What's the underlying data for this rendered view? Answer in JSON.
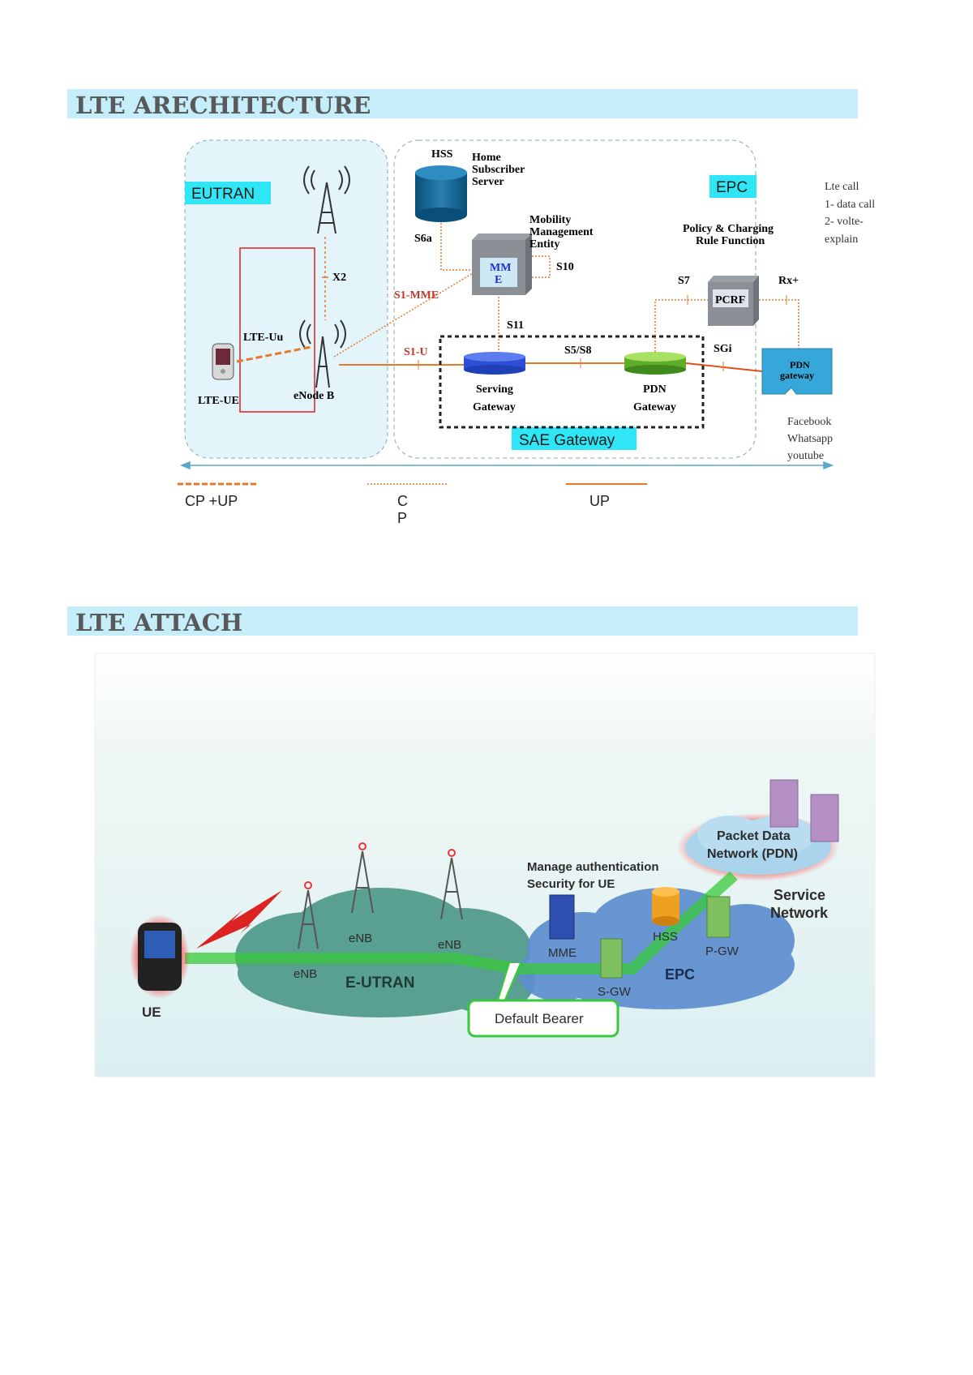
{
  "sections": {
    "architecture_title": "LTE ARECHITECTURE",
    "attach_title": "LTE ATTACH"
  },
  "architecture": {
    "eutran_label": "EUTRAN",
    "epc_label": "EPC",
    "sae_label": "SAE Gateway",
    "hss": "HSS",
    "hss_desc": [
      "Home",
      "Subscriber",
      "Server"
    ],
    "mme_desc": [
      "Mobility",
      "Management",
      "Entity"
    ],
    "mme_box": [
      "MM",
      "E"
    ],
    "pcrf_desc": [
      "Policy & Charging",
      "Rule Function"
    ],
    "pcrf_box": "PCRF",
    "interfaces": {
      "s6a": "S6a",
      "s10": "S10",
      "x2": "X2",
      "s1mme": "S1-MME",
      "s11": "S11",
      "s7": "S7",
      "rx": "Rx+",
      "lteuu": "LTE-Uu",
      "s1u": "S1-U",
      "s5s8": "S5/S8",
      "sgi": "SGi"
    },
    "serving_gw": [
      "Serving",
      "Gateway"
    ],
    "pdn_gw": [
      "PDN",
      "Gateway"
    ],
    "pdn_gateway_box": [
      "PDN",
      "gateway"
    ],
    "lte_ue": "LTE-UE",
    "enodeb": "eNode B",
    "notes": [
      "Lte call",
      "1- data call",
      "2- volte-",
      "explain"
    ],
    "apps": [
      "Facebook",
      "Whatsapp",
      "youtube"
    ],
    "legend": {
      "cp_up": "CP +UP",
      "cp": [
        "C",
        "P"
      ],
      "up": "UP"
    },
    "colors": {
      "cyan": "#2ee6f5",
      "orange": "#e8782a",
      "panel": "#e3f4fb"
    }
  },
  "attach": {
    "ue": "UE",
    "enb": [
      "eNB",
      "eNB",
      "eNB"
    ],
    "eutran": "E-UTRAN",
    "mme": "MME",
    "sgw": "S-GW",
    "hss": "HSS",
    "pgw": "P-GW",
    "epc": "EPC",
    "manage": [
      "Manage authentication",
      "Security for UE"
    ],
    "pdn": [
      "Packet Data",
      "Network (PDN)"
    ],
    "service": [
      "Service",
      "Network"
    ],
    "default_bearer": "Default Bearer",
    "colors": {
      "bearer": "#38c93a",
      "eutran_cloud": "#4f9a8a",
      "epc_cloud": "#5e8fd0",
      "pdn_cloud": "#a9d4ec"
    }
  }
}
